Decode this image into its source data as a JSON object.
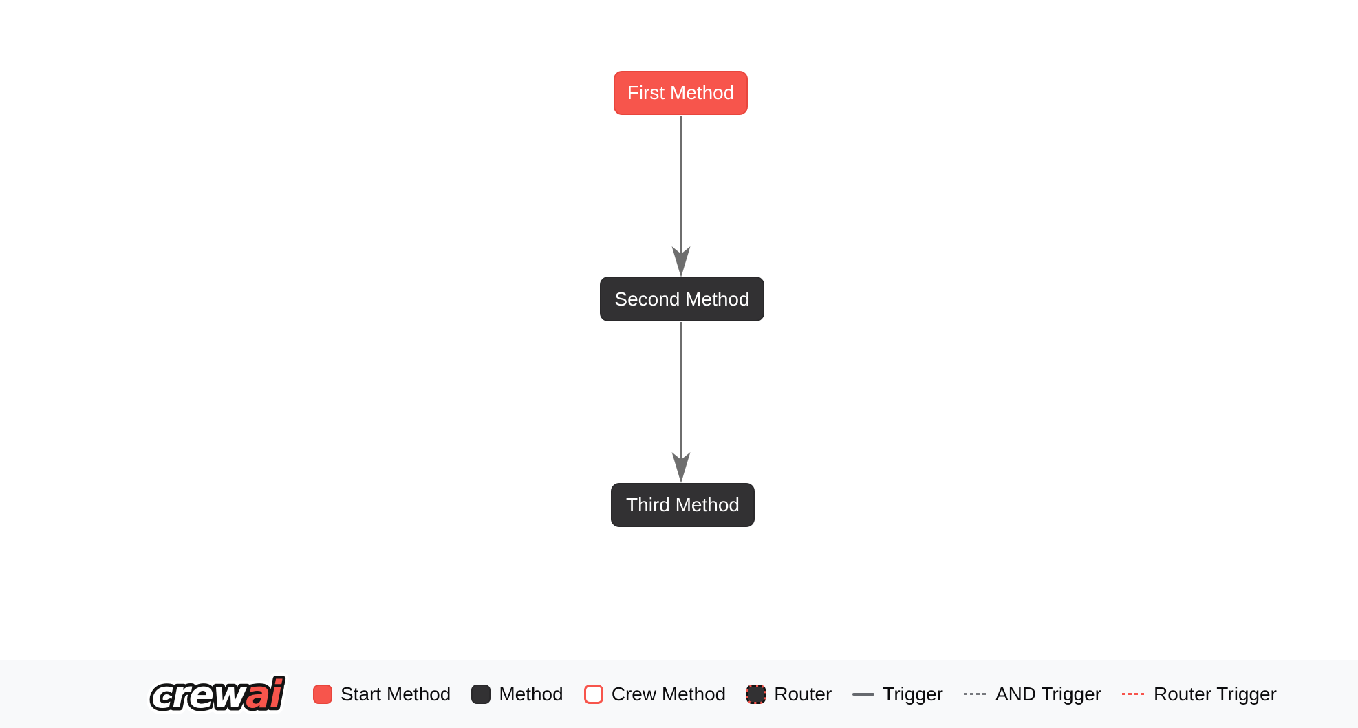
{
  "diagram": {
    "nodes": [
      {
        "label": "First Method",
        "type": "start-method"
      },
      {
        "label": "Second Method",
        "type": "method"
      },
      {
        "label": "Third Method",
        "type": "method"
      }
    ],
    "edges": [
      {
        "from": "First Method",
        "to": "Second Method",
        "type": "trigger"
      },
      {
        "from": "Second Method",
        "to": "Third Method",
        "type": "trigger"
      }
    ]
  },
  "legend": {
    "logo": {
      "part1": "crew",
      "part2": "ai"
    },
    "items": [
      {
        "label": "Start Method",
        "swatch": "start-method-swatch"
      },
      {
        "label": "Method",
        "swatch": "method-swatch"
      },
      {
        "label": "Crew Method",
        "swatch": "crew-method-swatch"
      },
      {
        "label": "Router",
        "swatch": "router-swatch"
      },
      {
        "label": "Trigger",
        "swatch": "trigger-line"
      },
      {
        "label": "AND Trigger",
        "swatch": "and-trigger-line"
      },
      {
        "label": "Router Trigger",
        "swatch": "router-trigger-line"
      }
    ]
  },
  "colors": {
    "start_method": "#F7554C",
    "start_method_border": "#E8463D",
    "method": "#323133",
    "trigger_line": "#66696E",
    "and_trigger_line": "#77797E",
    "router_trigger_line": "#F7554C",
    "legend_background": "#F8F9FA",
    "canvas_background": "#FFFFFF"
  }
}
